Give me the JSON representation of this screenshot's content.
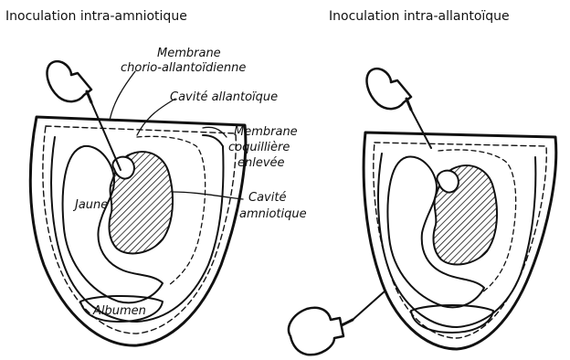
{
  "left_figure": {
    "title": "Inoculation intra-amniotique",
    "labels": {
      "membrane_line1": "Membrane",
      "membrane_line2": "chorio-allantoïdienne",
      "cavite_allantoique": "Cavité allantoïque",
      "coquilliere_line1": "Membrane",
      "coquilliere_line2": "coquillière",
      "coquilliere_line3": "enlevée",
      "cavite_amniotique_line1": "Cavité",
      "cavite_amniotique_line2": "amniotique",
      "jaune": "Jaune",
      "albumen": "Albumen"
    }
  },
  "right_figure": {
    "title": "Inoculation intra-allantoïque"
  },
  "colors": {
    "ink": "#111111",
    "background": "#ffffff"
  }
}
